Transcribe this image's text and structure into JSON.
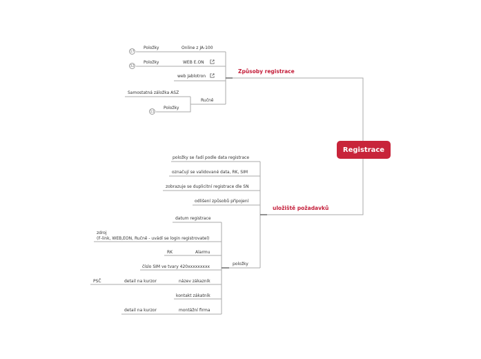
{
  "root": {
    "label": "Registrace",
    "color": "#c8243a"
  },
  "branches": [
    {
      "label": "Způsoby registrace",
      "children": [
        {
          "label": "Online z JA-100",
          "sub": {
            "label": "Položky",
            "count": "17"
          }
        },
        {
          "label": "WEB E.ON",
          "link_icon": "external-link-icon",
          "sub": {
            "label": "Položky",
            "count": "32"
          }
        },
        {
          "label": "web Jablotron",
          "link_icon": "external-link-icon"
        },
        {
          "label": "Ručně",
          "subs": [
            {
              "label": "Samostatná záložka ASZ"
            },
            {
              "label": "Položky",
              "count": "11"
            }
          ]
        }
      ]
    },
    {
      "label": "uložiště požadavků",
      "children": [
        {
          "label": "položky se řadí podle data registrace"
        },
        {
          "label": "označují se validované data, RK, SIM"
        },
        {
          "label": "zobrazuje se duplicitní registrace dle SN"
        },
        {
          "label": "odlišení způsobů připojení"
        },
        {
          "label": "položky",
          "children": [
            {
              "label": "datum registrace"
            },
            {
              "label": "zdroj\n(F-link, WEB,EON, Ručně - uvádí se login registrovatel)"
            },
            {
              "label": "Alarmu",
              "sub": {
                "label": "RK"
              }
            },
            {
              "label": "číslo SIM ve tvary 420xxxxxxxxx"
            },
            {
              "label": "název zákazník",
              "sub": {
                "label": "detail na kurzor",
                "sub": {
                  "label": "PSČ"
                }
              }
            },
            {
              "label": "kontakt zákatník"
            },
            {
              "label": "montážní firma",
              "sub": {
                "label": "detail na kurzor"
              }
            }
          ]
        }
      ]
    }
  ]
}
